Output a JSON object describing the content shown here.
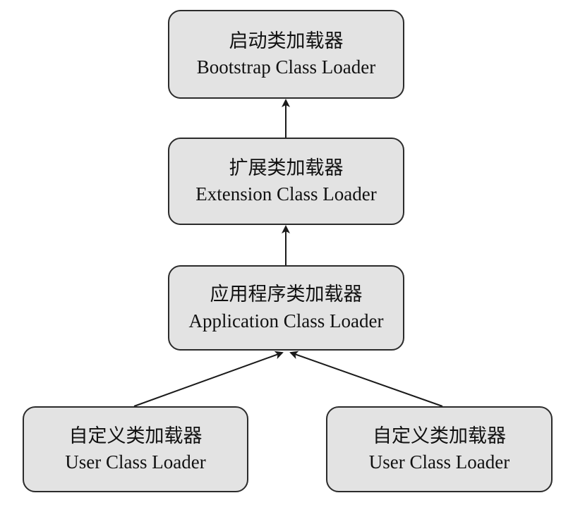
{
  "nodes": {
    "bootstrap": {
      "zh": "启动类加载器",
      "en": "Bootstrap Class Loader"
    },
    "extension": {
      "zh": "扩展类加载器",
      "en": "Extension Class Loader"
    },
    "application": {
      "zh": "应用程序类加载器",
      "en": "Application Class Loader"
    },
    "user_left": {
      "zh": "自定义类加载器",
      "en": "User Class Loader"
    },
    "user_right": {
      "zh": "自定义类加载器",
      "en": "User Class Loader"
    }
  },
  "colors": {
    "node_fill": "#e3e3e3",
    "stroke": "#2b2b2b"
  }
}
